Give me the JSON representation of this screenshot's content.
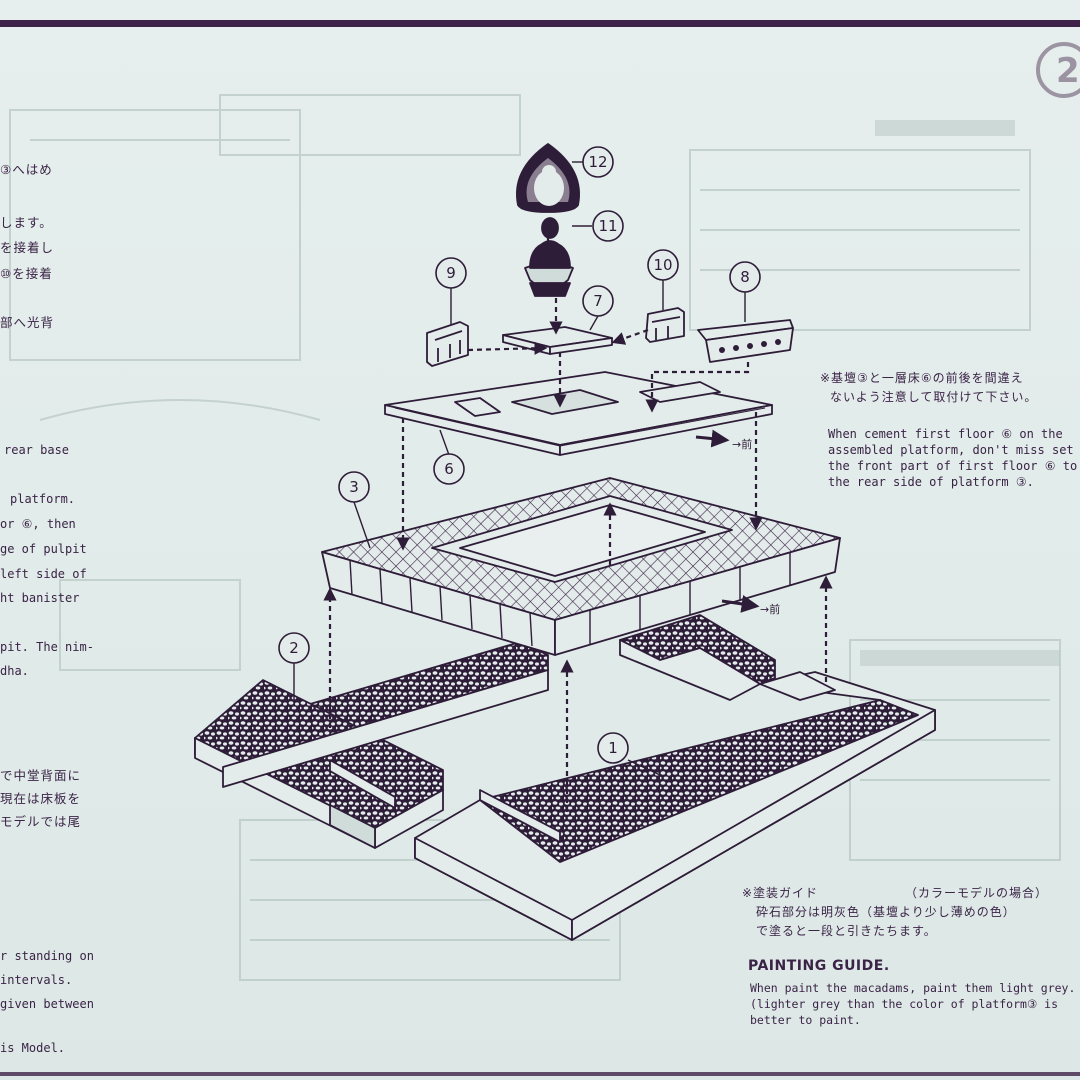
{
  "page": {
    "corner_mark": "2"
  },
  "left_column": {
    "lines": [
      "③へはめ",
      "します。",
      "を接着し",
      "⑩を接着",
      "部へ光背",
      "rear base",
      "platform.",
      "or ⑥, then",
      "ge of pulpit",
      "left side of",
      "ht banister",
      "pit. The nim-",
      "dha.",
      "で中堂背面に",
      "現在は床板を",
      "モデルでは尾",
      "r standing on",
      "intervals.",
      "given between",
      "is Model."
    ]
  },
  "diagram": {
    "callouts": [
      "12",
      "11",
      "9",
      "10",
      "8",
      "7",
      "6",
      "3",
      "2",
      "1"
    ],
    "front_marks": [
      "→前",
      "→前"
    ]
  },
  "notes": {
    "jp_warning_1": "※基壇③と一層床⑥の前後を間違え",
    "jp_warning_2": "ないよう注意して取付けて下さい。",
    "en_warning": [
      "When cement first floor ⑥ on the",
      "assembled platform, don't miss set",
      "the front part of first floor ⑥ to",
      "the rear side of platform ③."
    ]
  },
  "painting_guide": {
    "jp_title": "※塗装ガイド",
    "jp_subtitle": "（カラーモデルの場合）",
    "jp_line_1": "砕石部分は明灰色（基壇より少し薄めの色）",
    "jp_line_2": "で塗ると一段と引きたちます。",
    "title": "PAINTING GUIDE.",
    "lines": [
      "When paint the macadams, paint them light grey.",
      "(lighter grey than the color of platform③ is",
      "better to paint."
    ]
  },
  "colors": {
    "ink": "#3a2346",
    "paper": "#e2ecea",
    "rule": "#3e2247"
  }
}
